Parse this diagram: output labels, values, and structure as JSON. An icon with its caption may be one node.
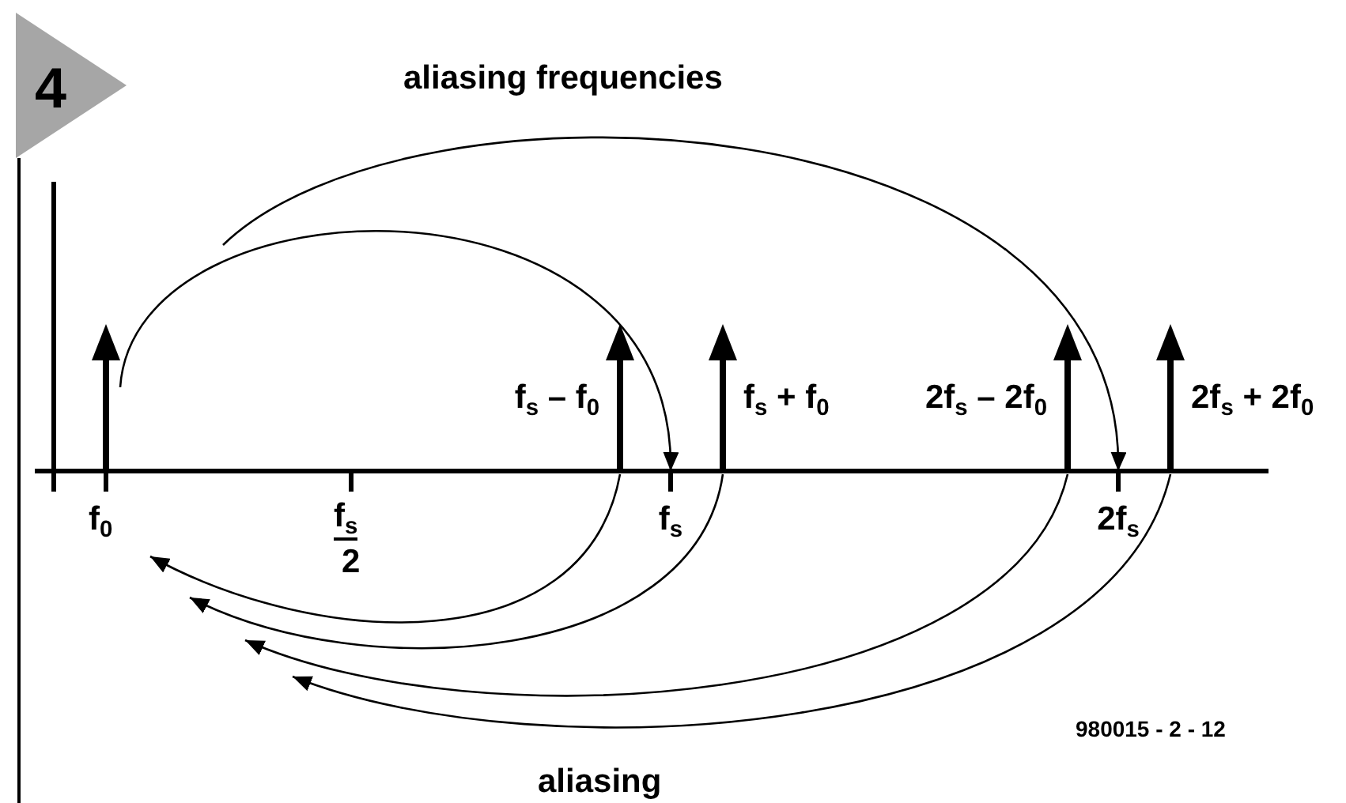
{
  "diagram": {
    "nodes": [
      {
        "text": [],
        "shape": "arrow"
      },
      {
        "text": [
          "f$_{s}$ – f$_{0}$"
        ]
      },
      {
        "text": [
          "f$_{s}$ + f$_{0}$"
        ]
      },
      {
        "text": [
          "2f$_{s}$ – 2f$_{0}$"
        ]
      },
      {
        "text": [
          "2f$_{s}$ + 2f$_{0}$"
        ]
      },
      {
        "text": [
          "f$_{s}$"
        ]
      },
      {
        "text": [
          "2f$_{s}$"
        ]
      }
    ],
    "edges": [
      {
        "from": 0,
        "to": 5,
        "arrow": "to"
      },
      {
        "from": null,
        "to": 6,
        "arrow": "to"
      },
      {
        "from": 1,
        "to": null,
        "arrow": "to"
      },
      {
        "from": 2,
        "to": null,
        "arrow": "to"
      },
      {
        "from": 3,
        "to": null,
        "arrow": "to"
      },
      {
        "from": 4,
        "to": null,
        "arrow": "to"
      }
    ],
    "labels": [
      "4",
      "aliasing frequencies",
      "f$_{0}$",
      "f$_{s}$",
      "2",
      "aliasing",
      "980015 - 2 - 12"
    ]
  }
}
